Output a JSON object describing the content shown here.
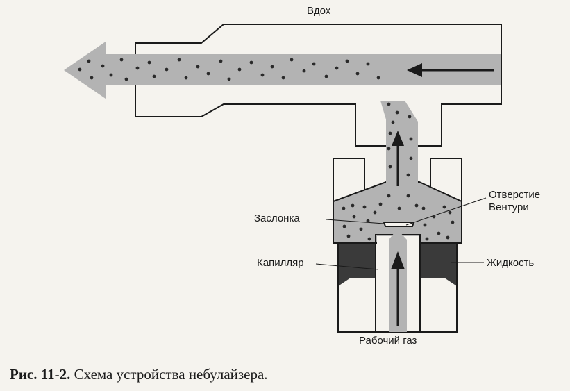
{
  "labels": {
    "inhale": "Вдох",
    "venturi_line1": "Отверстие",
    "venturi_line2": "Вентури",
    "baffle": "Заслонка",
    "capillary": "Капилляр",
    "liquid": "Жидкость",
    "working_gas": "Рабочий газ"
  },
  "caption": {
    "prefix": "Рис. 11-2.",
    "text": "Схема устройства небулайзера."
  },
  "colors": {
    "background": "#f5f3ee",
    "outline": "#1a1a1a",
    "aerosol_flow": "#b3b3b3",
    "liquid": "#3a3a3a",
    "droplet": "#2a2a2a"
  }
}
